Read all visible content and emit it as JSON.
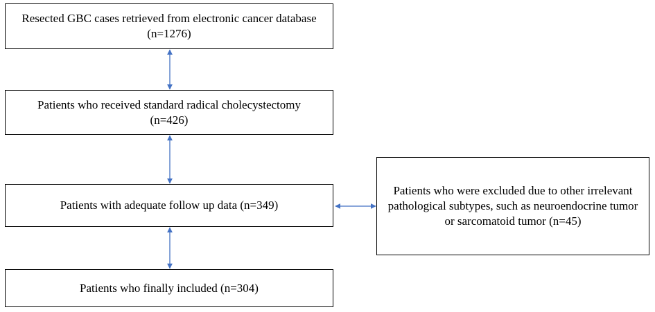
{
  "colors": {
    "arrow": "#4472c4",
    "border": "#000000"
  },
  "boxes": {
    "retrieved": "Resected GBC cases retrieved  from  electronic  cancer database (n=1276)",
    "radical": "Patients who received standard radical cholecystectomy (n=426)",
    "followup": "Patients  with  adequate  follow up data (n=349)",
    "included": "Patients who finally  included  (n=304)",
    "excluded": "Patients who were excluded due to other irrelevant  pathological  subtypes, such as neuroendocrine tumor or sarcomatoid tumor (n=45)"
  }
}
